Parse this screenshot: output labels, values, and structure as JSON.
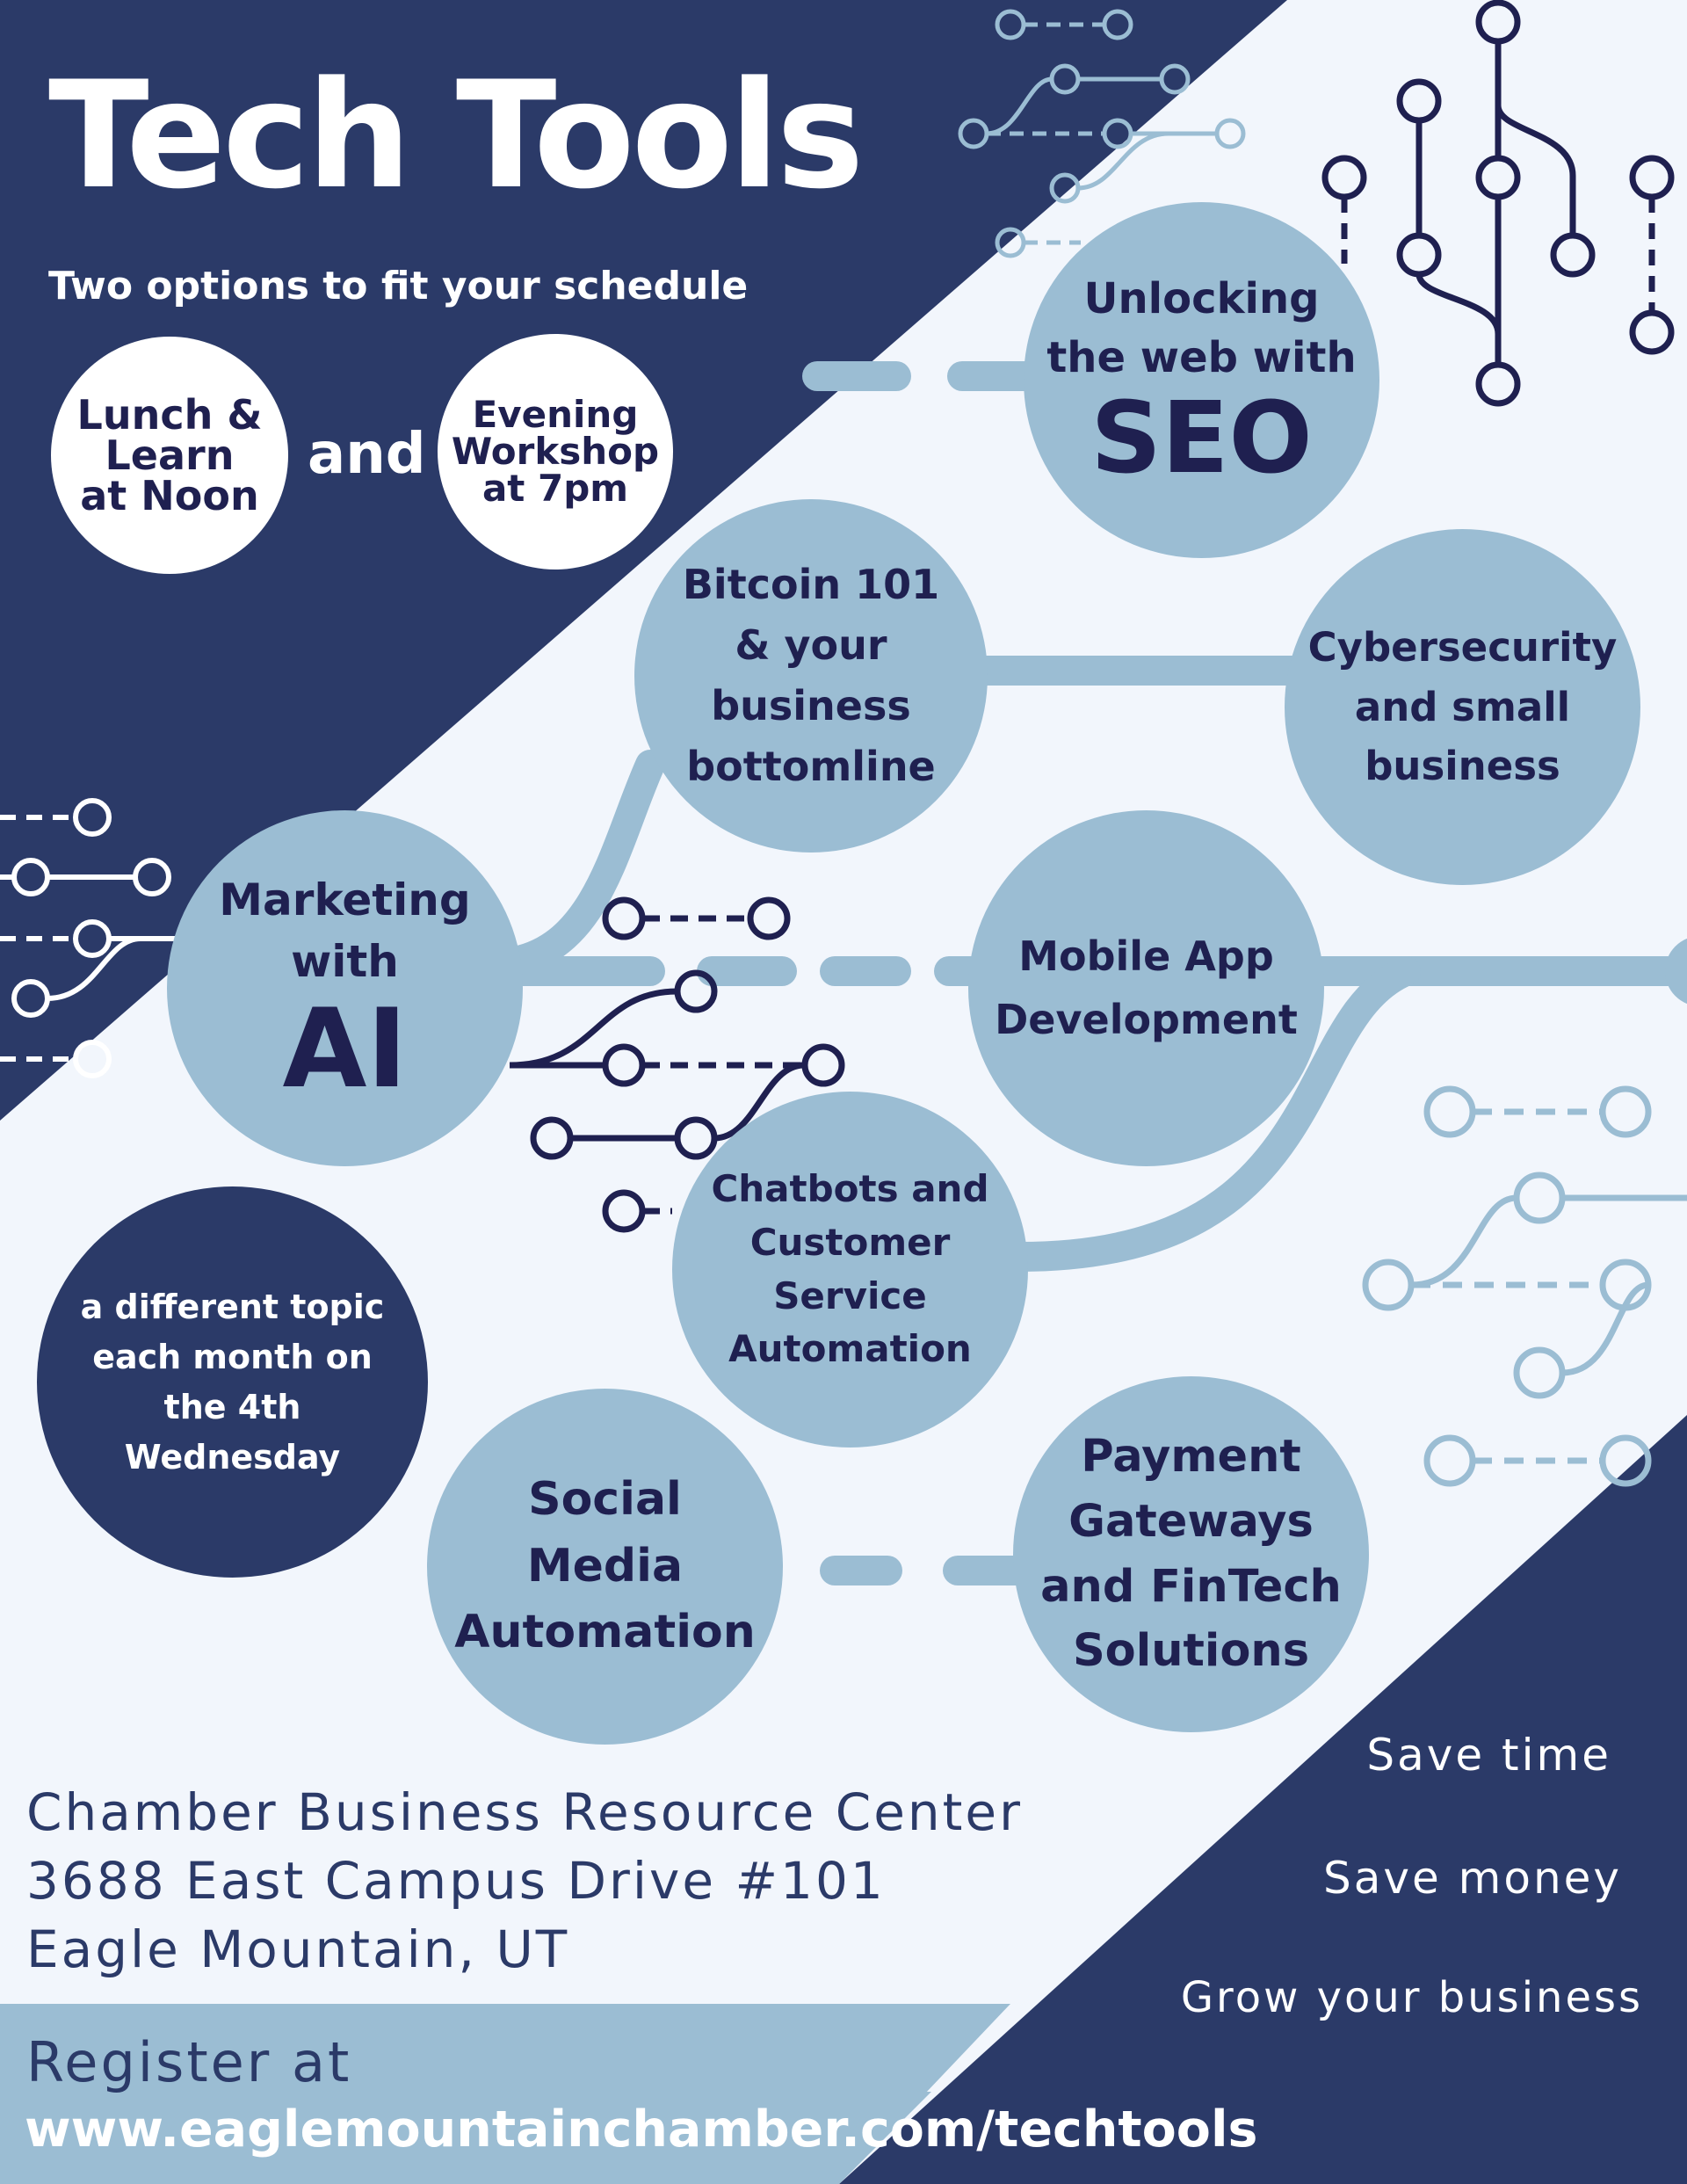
{
  "title": "Tech Tools",
  "subtitle": "Two options to fit your schedule",
  "sessions": {
    "lunch": [
      "Lunch &",
      "Learn",
      "at Noon"
    ],
    "connector": "and",
    "evening": [
      "Evening",
      "Workshop",
      "at 7pm"
    ]
  },
  "topics": {
    "seo": {
      "lines": [
        "Unlocking",
        "the web with"
      ],
      "big": "SEO"
    },
    "bitcoin": {
      "lines": [
        "Bitcoin 101",
        "& your",
        "business",
        "bottomline"
      ]
    },
    "cyber": {
      "lines": [
        "Cybersecurity",
        "and small",
        "business"
      ]
    },
    "ai": {
      "lines": [
        "Marketing",
        "with"
      ],
      "big": "AI"
    },
    "mobile": {
      "lines": [
        "Mobile App",
        "Development"
      ]
    },
    "chatbots": {
      "lines": [
        "Chatbots and",
        "Customer",
        "Service",
        "Automation"
      ]
    },
    "social": {
      "lines": [
        "Social",
        "Media",
        "Automation"
      ]
    },
    "payment": {
      "lines": [
        "Payment",
        "Gateways",
        "and FinTech",
        "Solutions"
      ]
    }
  },
  "schedule_note": [
    "a different topic",
    "each month on",
    "the 4th",
    "Wednesday"
  ],
  "address": [
    "Chamber Business Resource Center",
    "3688 East Campus Drive #101",
    "Eagle Mountain, UT"
  ],
  "benefits": [
    "Save time",
    "Save money",
    "Grow your business"
  ],
  "register": {
    "label": "Register at",
    "url": "www.eaglemountainchamber.com/techtools"
  },
  "colors": {
    "navy": "#2b3a68",
    "light_blue": "#9bbdd3",
    "background": "#f2f6fc",
    "dark_text": "#1f2050",
    "white": "#ffffff"
  },
  "icons": [
    "circuit-trace-decoration"
  ]
}
